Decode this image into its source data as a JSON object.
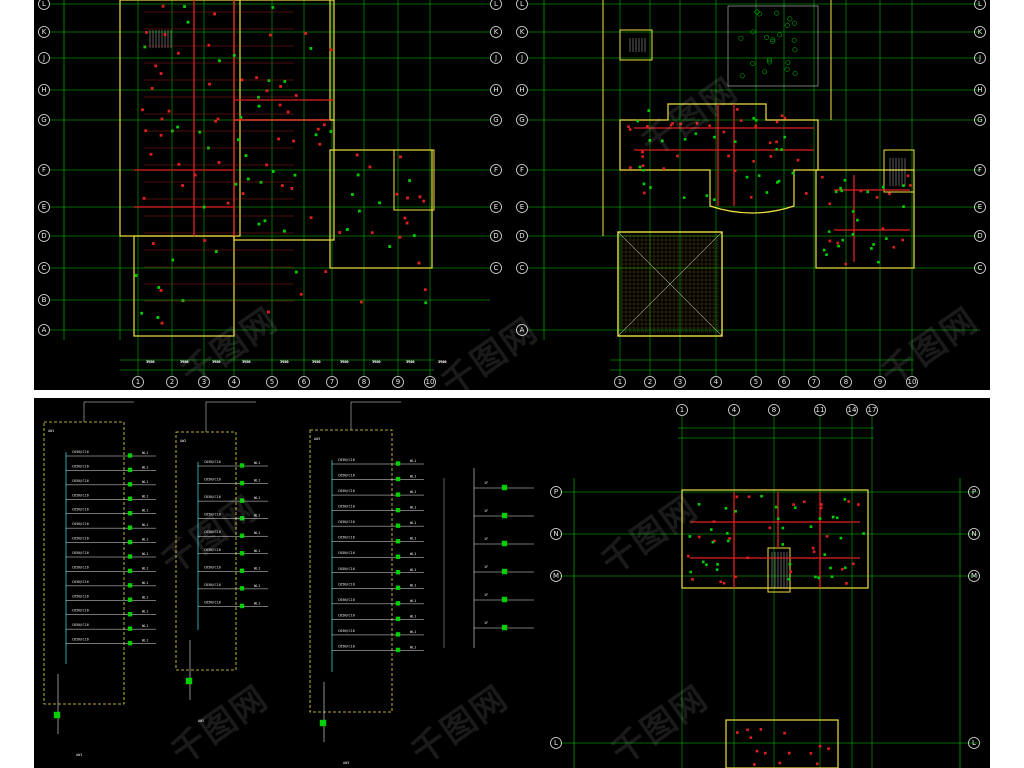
{
  "plan_top_left": {
    "left_axes": [
      "L",
      "K",
      "J",
      "H",
      "G",
      "F",
      "E",
      "D",
      "C",
      "B",
      "A"
    ],
    "right_axes": [
      "L",
      "K",
      "J",
      "H",
      "G",
      "F",
      "E",
      "D",
      "C"
    ],
    "bottom_axes": [
      "1",
      "2",
      "3",
      "4",
      "5",
      "6",
      "7",
      "8",
      "9",
      "10"
    ]
  },
  "plan_top_right": {
    "left_axes": [
      "L",
      "K",
      "J",
      "H",
      "G",
      "F",
      "E",
      "D",
      "C",
      "A"
    ],
    "right_axes": [
      "L",
      "K",
      "J",
      "H",
      "G",
      "F",
      "E",
      "D",
      "C"
    ],
    "bottom_axes": [
      "1",
      "2",
      "3",
      "4",
      "5",
      "6",
      "7",
      "8",
      "9",
      "10"
    ]
  },
  "plan_bottom_right": {
    "top_axes": [
      "1",
      "4",
      "8",
      "11",
      "14",
      "17"
    ],
    "left_axes": [
      "P",
      "N",
      "M",
      "L"
    ],
    "right_axes": [
      "P",
      "N",
      "M",
      "L"
    ]
  },
  "panel_distribution_labels": [
    {
      "title": "AW1",
      "rows": 14
    },
    {
      "title": "AW2",
      "rows": 9
    },
    {
      "title": "AW3",
      "rows": 13
    }
  ],
  "watermark": "千图网",
  "colors": {
    "background": "#000000",
    "grid": "#00d000",
    "wall": "#f0e040",
    "circuit": "#e02020",
    "text": "#e8e8e8",
    "cyan": "#30d0d0"
  }
}
